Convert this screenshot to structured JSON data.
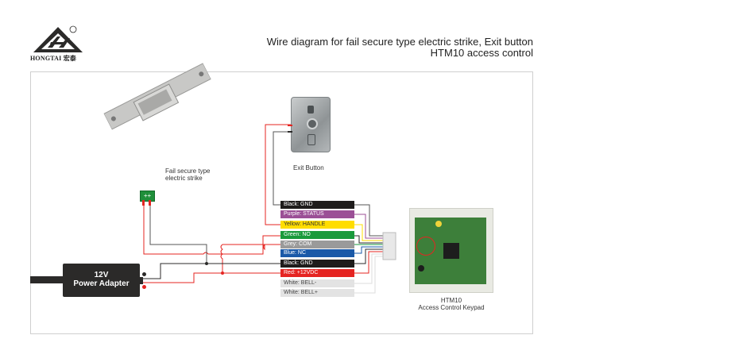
{
  "logo": {
    "brand": "HONGTAI",
    "brand_cn": "宏泰",
    "registered": "®"
  },
  "title": {
    "line1": "Wire diagram for fail secure type electric strike, Exit button",
    "line2": "HTM10 access control"
  },
  "components": {
    "strike_label": [
      "Fail secure type",
      "electric strike"
    ],
    "exit_button_label": "Exit Button",
    "adapter_label": [
      "12V",
      "Power Adapter"
    ],
    "keypad_label": [
      "HTM10",
      "Access Control Keypad"
    ]
  },
  "wire_tags": [
    {
      "label": "Black: GND",
      "bg": "#1e1c1b",
      "fg": "#ffffff"
    },
    {
      "label": "Purple: STATUS",
      "bg": "#9b4f96",
      "fg": "#ffffff"
    },
    {
      "label": "Yellow: HANDLE",
      "bg": "#ffdd00",
      "fg": "#333333"
    },
    {
      "label": "Green: NO",
      "bg": "#1a9a3c",
      "fg": "#ffffff"
    },
    {
      "label": "Grey: COM",
      "bg": "#9a9a9a",
      "fg": "#ffffff"
    },
    {
      "label": "Blue: NC",
      "bg": "#1a59a8",
      "fg": "#ffffff"
    },
    {
      "label": "Black: GND",
      "bg": "#1e1c1b",
      "fg": "#ffffff"
    },
    {
      "label": "Red: +12VDC",
      "bg": "#e52421",
      "fg": "#ffffff"
    },
    {
      "label": "White: BELL-",
      "bg": "#e3e3e3",
      "fg": "#444444"
    },
    {
      "label": "White: BELL+",
      "bg": "#e3e3e3",
      "fg": "#444444"
    }
  ],
  "colors": {
    "red_wire": "#e52421",
    "black_wire": "#2b2a29",
    "frame": "#cfcfcf"
  }
}
